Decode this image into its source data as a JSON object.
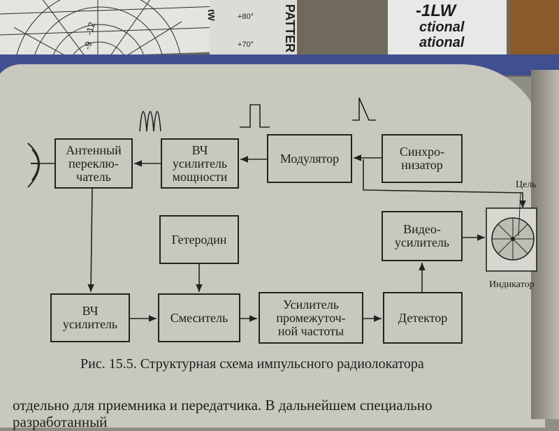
{
  "background_papers": {
    "left_fragments": [
      "-12",
      "-9"
    ],
    "tab_text": "tW",
    "angle_labels": [
      "+80°",
      "+70°"
    ],
    "pattern_fragment": "PATTER",
    "brochure_lines": [
      "-1LW",
      "ctional",
      "ational"
    ]
  },
  "diagram": {
    "blocks": {
      "antenna_switch": "Антенный\nпереклю-\nчатель",
      "power_amp": "ВЧ\nусилитель\nмощности",
      "modulator": "Модулятор",
      "sync": "Синхро-\nнизатор",
      "local_osc": "Гетеродин",
      "video_amp": "Видео-\nусилитель",
      "rf_amp": "ВЧ\nусилитель",
      "mixer": "Смеситель",
      "if_amp": "Усилитель\nпромежуточ-\nной частоты",
      "detector": "Детектор"
    },
    "labels": {
      "target": "Цель",
      "indicator": "Индикатор"
    },
    "caption": "Рис. 15.5. Структурная схема импульсного радиолокатора"
  },
  "page_text": {
    "line1": "отдельно для приемника и передатчика. В дальнейшем специально",
    "line2": "разработанный"
  },
  "colors": {
    "paper": "#c9c8be",
    "ink": "#1c1c1c"
  }
}
